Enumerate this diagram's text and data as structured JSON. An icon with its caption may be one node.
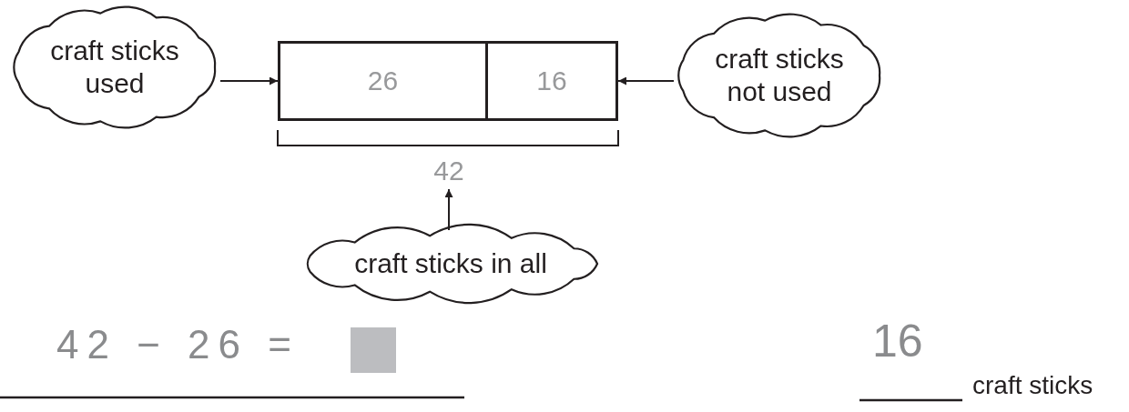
{
  "diagram": {
    "nodes": [
      {
        "text": [
          "craft sticks used"
        ]
      },
      {
        "text": [
          "26"
        ]
      },
      {
        "text": [
          "16"
        ]
      },
      {
        "text": [
          "craft sticks not used"
        ]
      },
      {
        "text": [
          "42"
        ]
      },
      {
        "text": [
          "craft sticks in all"
        ]
      }
    ],
    "edges": [
      {
        "from": 0,
        "to": 1,
        "arrow": "to"
      },
      {
        "from": 3,
        "to": 2,
        "arrow": "to"
      },
      {
        "from": 5,
        "to": 4,
        "arrow": "to"
      }
    ],
    "labels": [
      "42 − 26 =",
      "16",
      "craft sticks"
    ]
  }
}
